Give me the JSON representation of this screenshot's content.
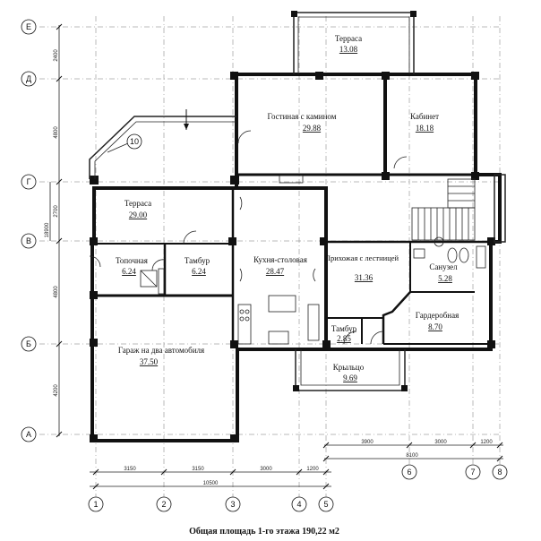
{
  "axes": {
    "rows": [
      "Е",
      "Д",
      "Г",
      "В",
      "Б",
      "А"
    ],
    "columns": [
      "1",
      "2",
      "3",
      "4",
      "5",
      "6",
      "7",
      "8"
    ],
    "detail_marker": "10"
  },
  "rooms": [
    {
      "name": "Терраса",
      "area": "13.08"
    },
    {
      "name": "Гостиная с камином",
      "area": "29.88"
    },
    {
      "name": "Кабинет",
      "area": "18.18"
    },
    {
      "name": "Терраса",
      "area": "29.00"
    },
    {
      "name": "Топочная",
      "area": "6.24"
    },
    {
      "name": "Тамбур",
      "area": "6.24"
    },
    {
      "name": "Кухня-столовая",
      "area": "28.47"
    },
    {
      "name": "Прихожая с лестницей",
      "area": "31.36"
    },
    {
      "name": "Санузел",
      "area": "5.28"
    },
    {
      "name": "Гардеробная",
      "area": "8.70"
    },
    {
      "name": "Тамбур",
      "area": "2.85"
    },
    {
      "name": "Гараж на два автомобиля",
      "area": "37.50"
    },
    {
      "name": "Крыльцо",
      "area": "9.69"
    }
  ],
  "dimensions": {
    "left": [
      "2400",
      "4800",
      "2700",
      "4800",
      "4200"
    ],
    "left_total": "18900",
    "bottom": [
      "3150",
      "3150",
      "3000",
      "1200"
    ],
    "bottom_total": "10500",
    "right_bottom": [
      "3900",
      "3000",
      "1200"
    ],
    "right_total": "8100"
  },
  "caption": "Общая площадь 1-го этажа 190,22 м2"
}
